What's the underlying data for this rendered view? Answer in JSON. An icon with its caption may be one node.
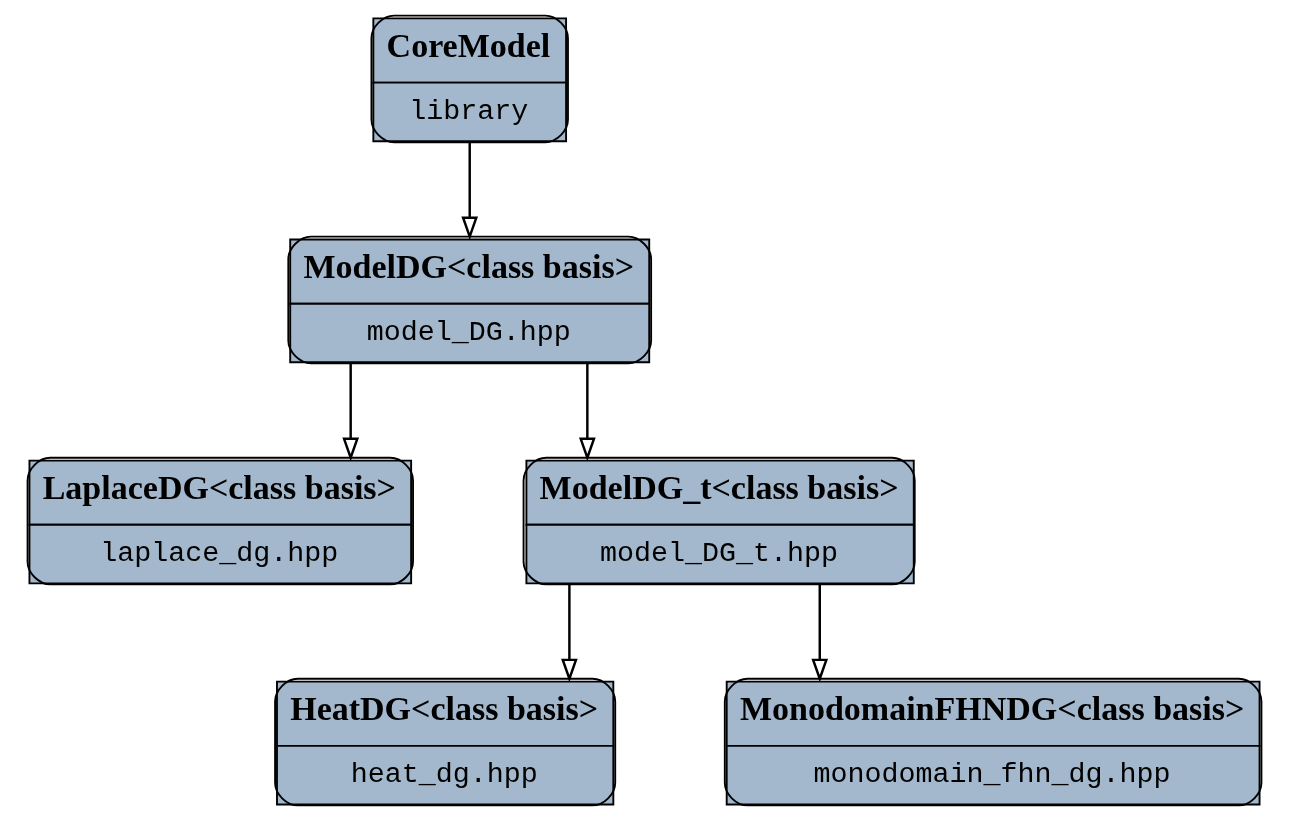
{
  "diagram": {
    "nodes": [
      {
        "text": [
          "CoreModel",
          "library"
        ]
      },
      {
        "text": [
          "ModelDG<class basis>",
          "model_DG.hpp"
        ]
      },
      {
        "text": [
          "LaplaceDG<class basis>",
          "laplace_dg.hpp"
        ]
      },
      {
        "text": [
          "ModelDG_t<class basis>",
          "model_DG_t.hpp"
        ]
      },
      {
        "text": [
          "HeatDG<class basis>",
          "heat_dg.hpp"
        ]
      },
      {
        "text": [
          "MonodomainFHNDG<class basis>",
          "monodomain_fhn_dg.hpp"
        ]
      }
    ],
    "edges": [
      {
        "from": 0,
        "to": 1,
        "arrow": "to"
      },
      {
        "from": 1,
        "to": 2,
        "arrow": "to"
      },
      {
        "from": 1,
        "to": 3,
        "arrow": "to"
      },
      {
        "from": 3,
        "to": 4,
        "arrow": "to"
      },
      {
        "from": 3,
        "to": 5,
        "arrow": "to"
      }
    ]
  }
}
